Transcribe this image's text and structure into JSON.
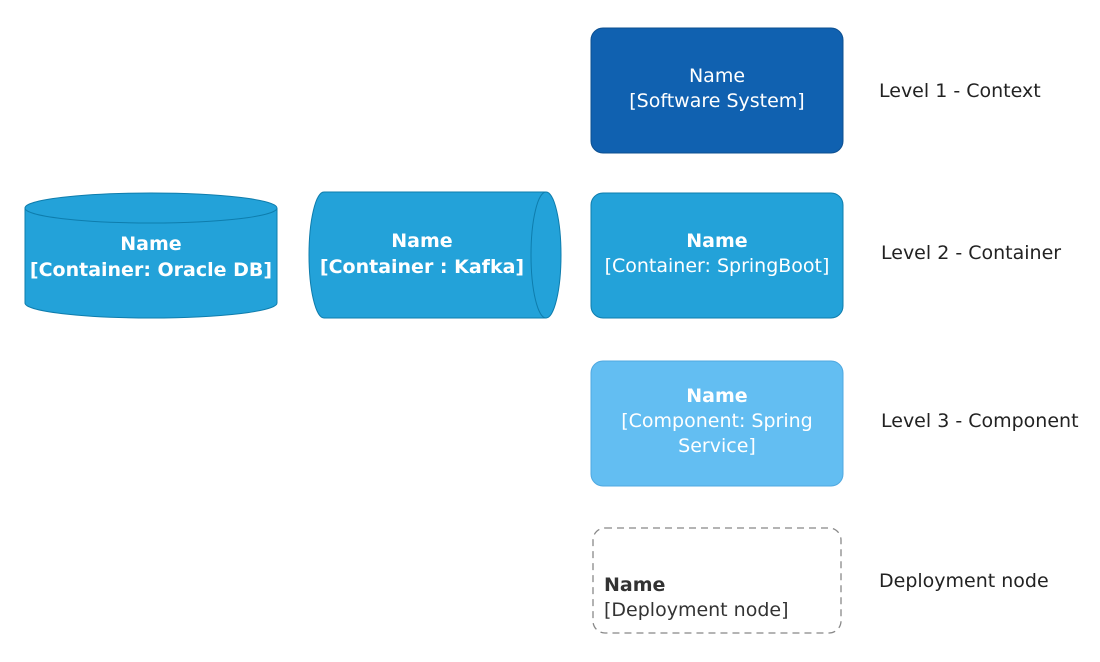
{
  "colors": {
    "software_system": "#1061B0",
    "container": "#23A2D9",
    "component": "#63BEF2",
    "stroke_dark": "#0D5091",
    "stroke_container": "#0E7DAD",
    "stroke_component": "#4FA8E0",
    "deployment_stroke": "#888888",
    "deployment_text": "#333333",
    "label_text": "#222222"
  },
  "nodes": {
    "oracle_db": {
      "shape": "cylinder",
      "name": "Name",
      "type": "[Container: Oracle DB]"
    },
    "kafka": {
      "shape": "horizontal-cylinder",
      "name": "Name",
      "type": "[Container : Kafka]"
    },
    "software_system": {
      "shape": "rounded-rect",
      "name": "Name",
      "type": "[Software System]"
    },
    "container_springboot": {
      "shape": "rounded-rect",
      "name": "Name",
      "type": "[Container: SpringBoot]"
    },
    "component_spring": {
      "shape": "rounded-rect",
      "name": "Name",
      "type_line1": "[Component: Spring",
      "type_line2": "Service]"
    },
    "deployment_node": {
      "shape": "dashed-rounded-rect",
      "name": "Name",
      "type": "[Deployment node]"
    }
  },
  "levels": {
    "level1": "Level 1 - Context",
    "level2": "Level 2 - Container",
    "level3": "Level 3 - Component",
    "deployment": "Deployment node"
  }
}
